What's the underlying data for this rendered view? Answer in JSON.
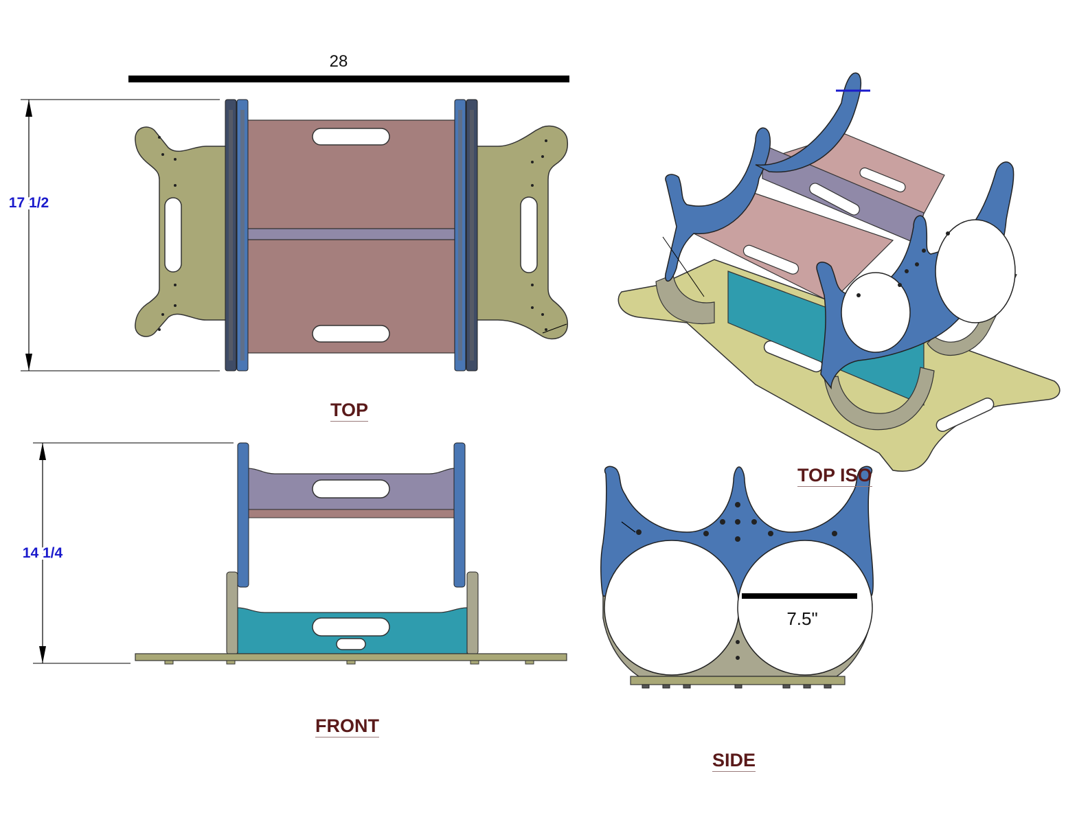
{
  "dimensions": {
    "overall_length": "28",
    "width": "17 1/2",
    "height": "14 1/4",
    "circle_gap": "7.5\""
  },
  "views": {
    "top": "TOP",
    "top_iso": "TOP ISO",
    "front": "FRONT",
    "side": "SIDE"
  },
  "colors": {
    "base_plate": "#a9a877",
    "blue_frame": "#4a77b4",
    "seat_panel": "#a57f7d",
    "divider_panel": "#9089a8",
    "cyan_panel": "#2f9cae",
    "grey_frame": "#a9a78f",
    "dimension_blue": "#1a1acc"
  }
}
